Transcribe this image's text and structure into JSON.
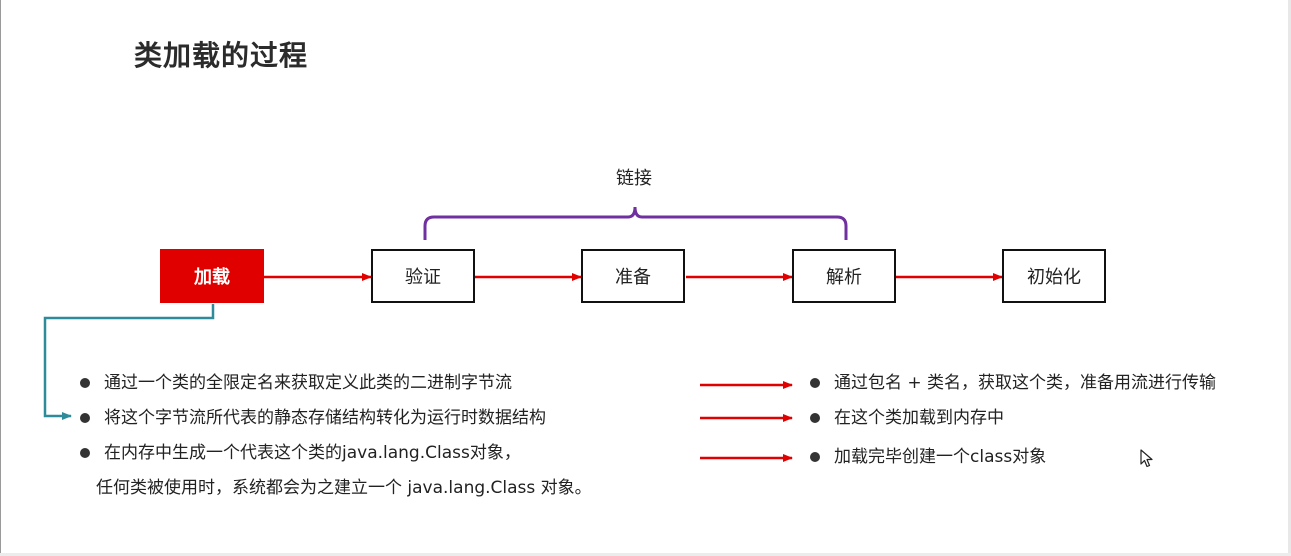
{
  "title": "类加载的过程",
  "stages": {
    "load": "加载",
    "verify": "验证",
    "prepare": "准备",
    "resolve": "解析",
    "init": "初始化"
  },
  "linking_label": "链接",
  "left_bullets": {
    "b1": "通过一个类的全限定名来获取定义此类的二进制字节流",
    "b2": "将这个字节流所代表的静态存储结构转化为运行时数据结构",
    "b3_line1": "在内存中生成一个代表这个类的java.lang.Class对象，",
    "b3_line2": "任何类被使用时，系统都会为之建立一个 java.lang.Class 对象。"
  },
  "right_bullets": {
    "b1": "通过包名 + 类名，获取这个类，准备用流进行传输",
    "b2": "在这个类加载到内存中",
    "b3": "加载完毕创建一个class对象"
  },
  "colors": {
    "accent_red": "#e00000",
    "bracket_purple": "#7030a0",
    "connector_teal": "#2e8b9a"
  },
  "icons": {
    "cursor": "mouse-pointer-icon"
  }
}
